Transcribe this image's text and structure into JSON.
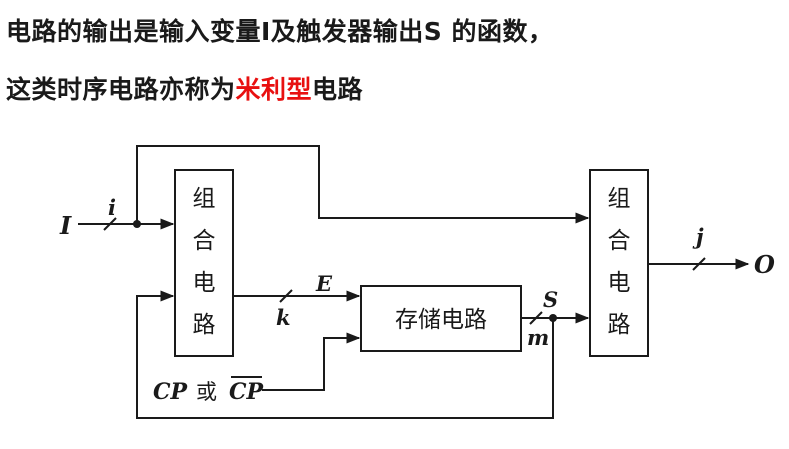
{
  "text": {
    "line1": "电路的输出是输入变量I及触发器输出S 的函数，",
    "line2_prefix": "这类时序电路亦称为",
    "line2_highlight": "米利型",
    "line2_suffix": "电路"
  },
  "colors": {
    "highlight": "#e81010",
    "ink": "#1a1a1a"
  },
  "diagram": {
    "block_left": "组合电路",
    "block_right": "组合电路",
    "block_storage": "存储电路",
    "input_I": "I",
    "label_i": "i",
    "label_E": "E",
    "label_k": "k",
    "label_S": "S",
    "label_m": "m",
    "label_j": "j",
    "output_O": "O",
    "clock_CP": "CP",
    "clock_or": "或",
    "clock_CPbar": "CP"
  }
}
